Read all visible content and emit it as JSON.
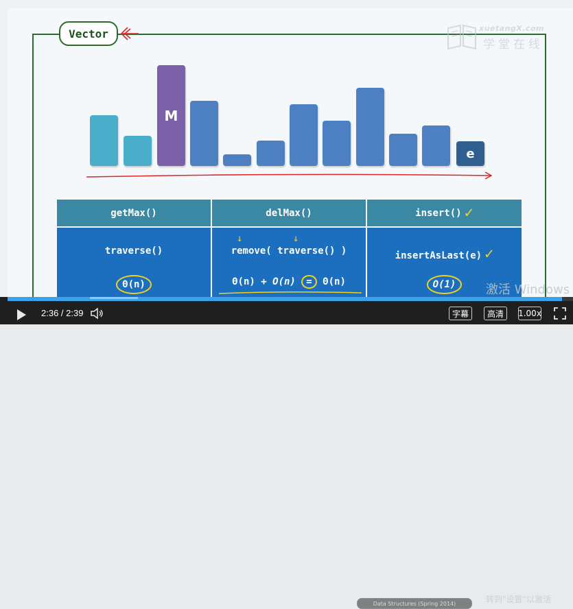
{
  "slide": {
    "title_badge": "Vector",
    "logo": {
      "brand": "xuetangX.com",
      "brand_cn": "学堂在线"
    },
    "bars": [
      {
        "label": "",
        "color": "#4aaecb"
      },
      {
        "label": "",
        "color": "#4aaecb"
      },
      {
        "label": "M",
        "color": "#7b62a8"
      },
      {
        "label": "",
        "color": "#4d80c3"
      },
      {
        "label": "",
        "color": "#4d80c3"
      },
      {
        "label": "",
        "color": "#4d80c3"
      },
      {
        "label": "",
        "color": "#4d80c3"
      },
      {
        "label": "",
        "color": "#4d80c3"
      },
      {
        "label": "",
        "color": "#4d80c3"
      },
      {
        "label": "",
        "color": "#4d80c3"
      },
      {
        "label": "",
        "color": "#4d80c3"
      },
      {
        "label": "e",
        "color": "#2f5f8e"
      }
    ],
    "table": {
      "headers": [
        "getMax()",
        "delMax()",
        "insert()"
      ],
      "col1": {
        "op": "traverse()",
        "cost": "Θ(n)"
      },
      "col2": {
        "op": "remove( traverse() )",
        "cost_a": "Θ(n)",
        "plus": "+",
        "cost_b": "O(n)",
        "eq": "=",
        "cost_c": "Θ(n)"
      },
      "col3": {
        "op": "insertAsLast(e)",
        "cost": "O(1)"
      }
    },
    "watermark": "激活 Windows",
    "watermark_sub": "转到\"设置\"以激活",
    "course_tag": "Data Structures (Spring 2014)"
  },
  "player": {
    "time": "2:36 / 2:39",
    "progress_fraction": 0.981,
    "subtitle_btn": "字幕",
    "quality_btn": "高清",
    "speed_btn": "1.00x",
    "icons": [
      "play-icon",
      "volume-icon",
      "fullscreen-icon"
    ]
  }
}
